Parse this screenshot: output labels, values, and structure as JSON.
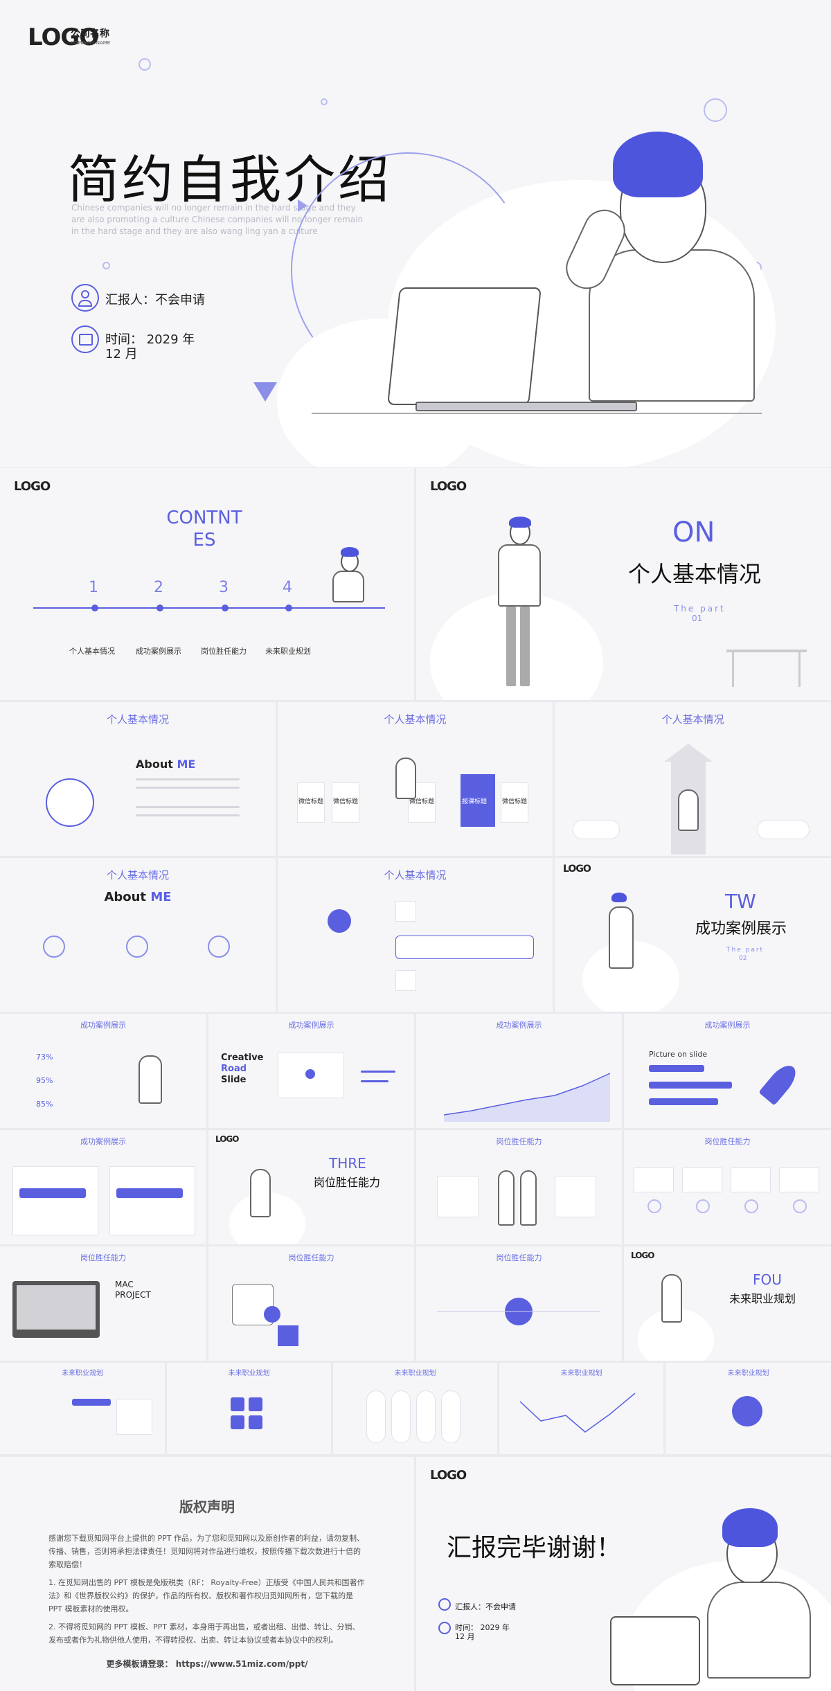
{
  "slide1": {
    "logo": "LOGO",
    "logo_cn": "公司名称",
    "logo_sub": "COMPANY NAME",
    "title": "简约自我介绍",
    "subtitle_1": "Chinese  companies  will no longer remain in the hard stage and they",
    "subtitle_2": "are also promoting a culture Chinese  companies  will no longer remain",
    "subtitle_3": "in the hard stage and they are also wang ling yan a culture",
    "reporter": "汇报人：不会申请",
    "time_1": "时间：  2029 年",
    "time_2": "12 月"
  },
  "slide2": {
    "logo": "LOGO",
    "title_1": "CONTNT",
    "title_2": "ES",
    "nums": [
      "1",
      "2",
      "3",
      "4"
    ],
    "items": [
      "个人基本情况",
      "成功案例展示",
      "岗位胜任能力",
      "未来职业规划"
    ]
  },
  "slide3": {
    "logo": "LOGO",
    "big": "ON",
    "title": "个人基本情况",
    "part": "The part",
    "part_num": "01"
  },
  "sec_personal": "个人基本情况",
  "sec_cases": "成功案例展示",
  "sec_ability": "岗位胜任能力",
  "sec_future": "未来职业规划",
  "slide4": {
    "about": "About",
    "me": "ME"
  },
  "slide5": {
    "boxes": [
      "微信标题",
      "微信标题",
      "微信标题",
      "报课标题",
      "微信标题"
    ]
  },
  "slide7": {
    "about": "About",
    "me": "ME"
  },
  "slide9": {
    "logo": "LOGO",
    "big": "TW",
    "title": "成功案例展示",
    "part": "The part",
    "part_num": "02"
  },
  "slide10": {
    "pcts": [
      "73",
      "95",
      "85"
    ],
    "unit": "%"
  },
  "slide11": {
    "t1": "Creative",
    "t2": "Road",
    "t3": "Slide"
  },
  "slide13": {
    "title": "Picture on slide"
  },
  "slide15": {
    "logo": "LOGO",
    "big": "THRE",
    "title": "岗位胜任能力"
  },
  "slide18": {
    "t1": "MAC",
    "t2": "PROJECT"
  },
  "slide21": {
    "logo": "LOGO",
    "big": "FOU",
    "title": "未来职业规划"
  },
  "copyright": {
    "title": "版权声明",
    "p1": "感谢您下载觅知网平台上提供的 PPT 作品，为了您和觅知网以及原创作者的利益，请勿复制、传播、销售，否则将承担法律责任！觅知网将对作品进行维权，按照传播下载次数进行十倍的索取赔偿！",
    "p2": "1. 在觅知网出售的 PPT 模板是免版税类（RF： Royalty-Free）正版受《中国人民共和国著作法》和《世界版权公约》的保护，作品的所有权、版权和著作权归觅知网所有，您下载的是 PPT 模板素材的使用权。",
    "p3": "2. 不得将觅知网的 PPT 模板、PPT 素材，本身用于再出售，或者出租、出借、转让、分销、发布或者作为礼物供他人使用，不得转授权、出卖、转让本协议或者本协议中的权利。",
    "more_label": "更多模板请登录：",
    "url": "https://www.51miz.com/ppt/"
  },
  "final": {
    "logo": "LOGO",
    "title": "汇报完毕谢谢！",
    "reporter": "汇报人：不会申请",
    "time_1": "时间：  2029 年",
    "time_2": "12 月"
  }
}
